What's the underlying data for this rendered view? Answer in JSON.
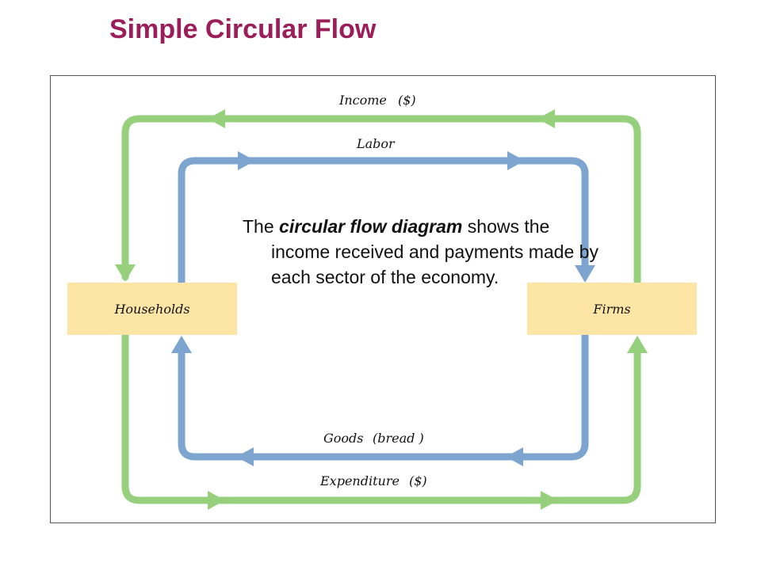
{
  "title": "Simple Circular Flow",
  "colors": {
    "title": "#9b1d5a",
    "money_flow": "#96d07c",
    "real_flow": "#7ea5cf",
    "sector_fill": "#fce5a5"
  },
  "flows": {
    "income": "Income",
    "income_unit": "($)",
    "labor": "Labor",
    "goods": "Goods",
    "goods_detail": "(bread )",
    "expenditure": "Expenditure",
    "expenditure_unit": "($)"
  },
  "sectors": {
    "households": "Households",
    "firms": "Firms"
  },
  "description": {
    "prefix": "The ",
    "emphasis": "circular flow diagram",
    "suffix": " shows the income received and payments made by each sector of the economy."
  }
}
